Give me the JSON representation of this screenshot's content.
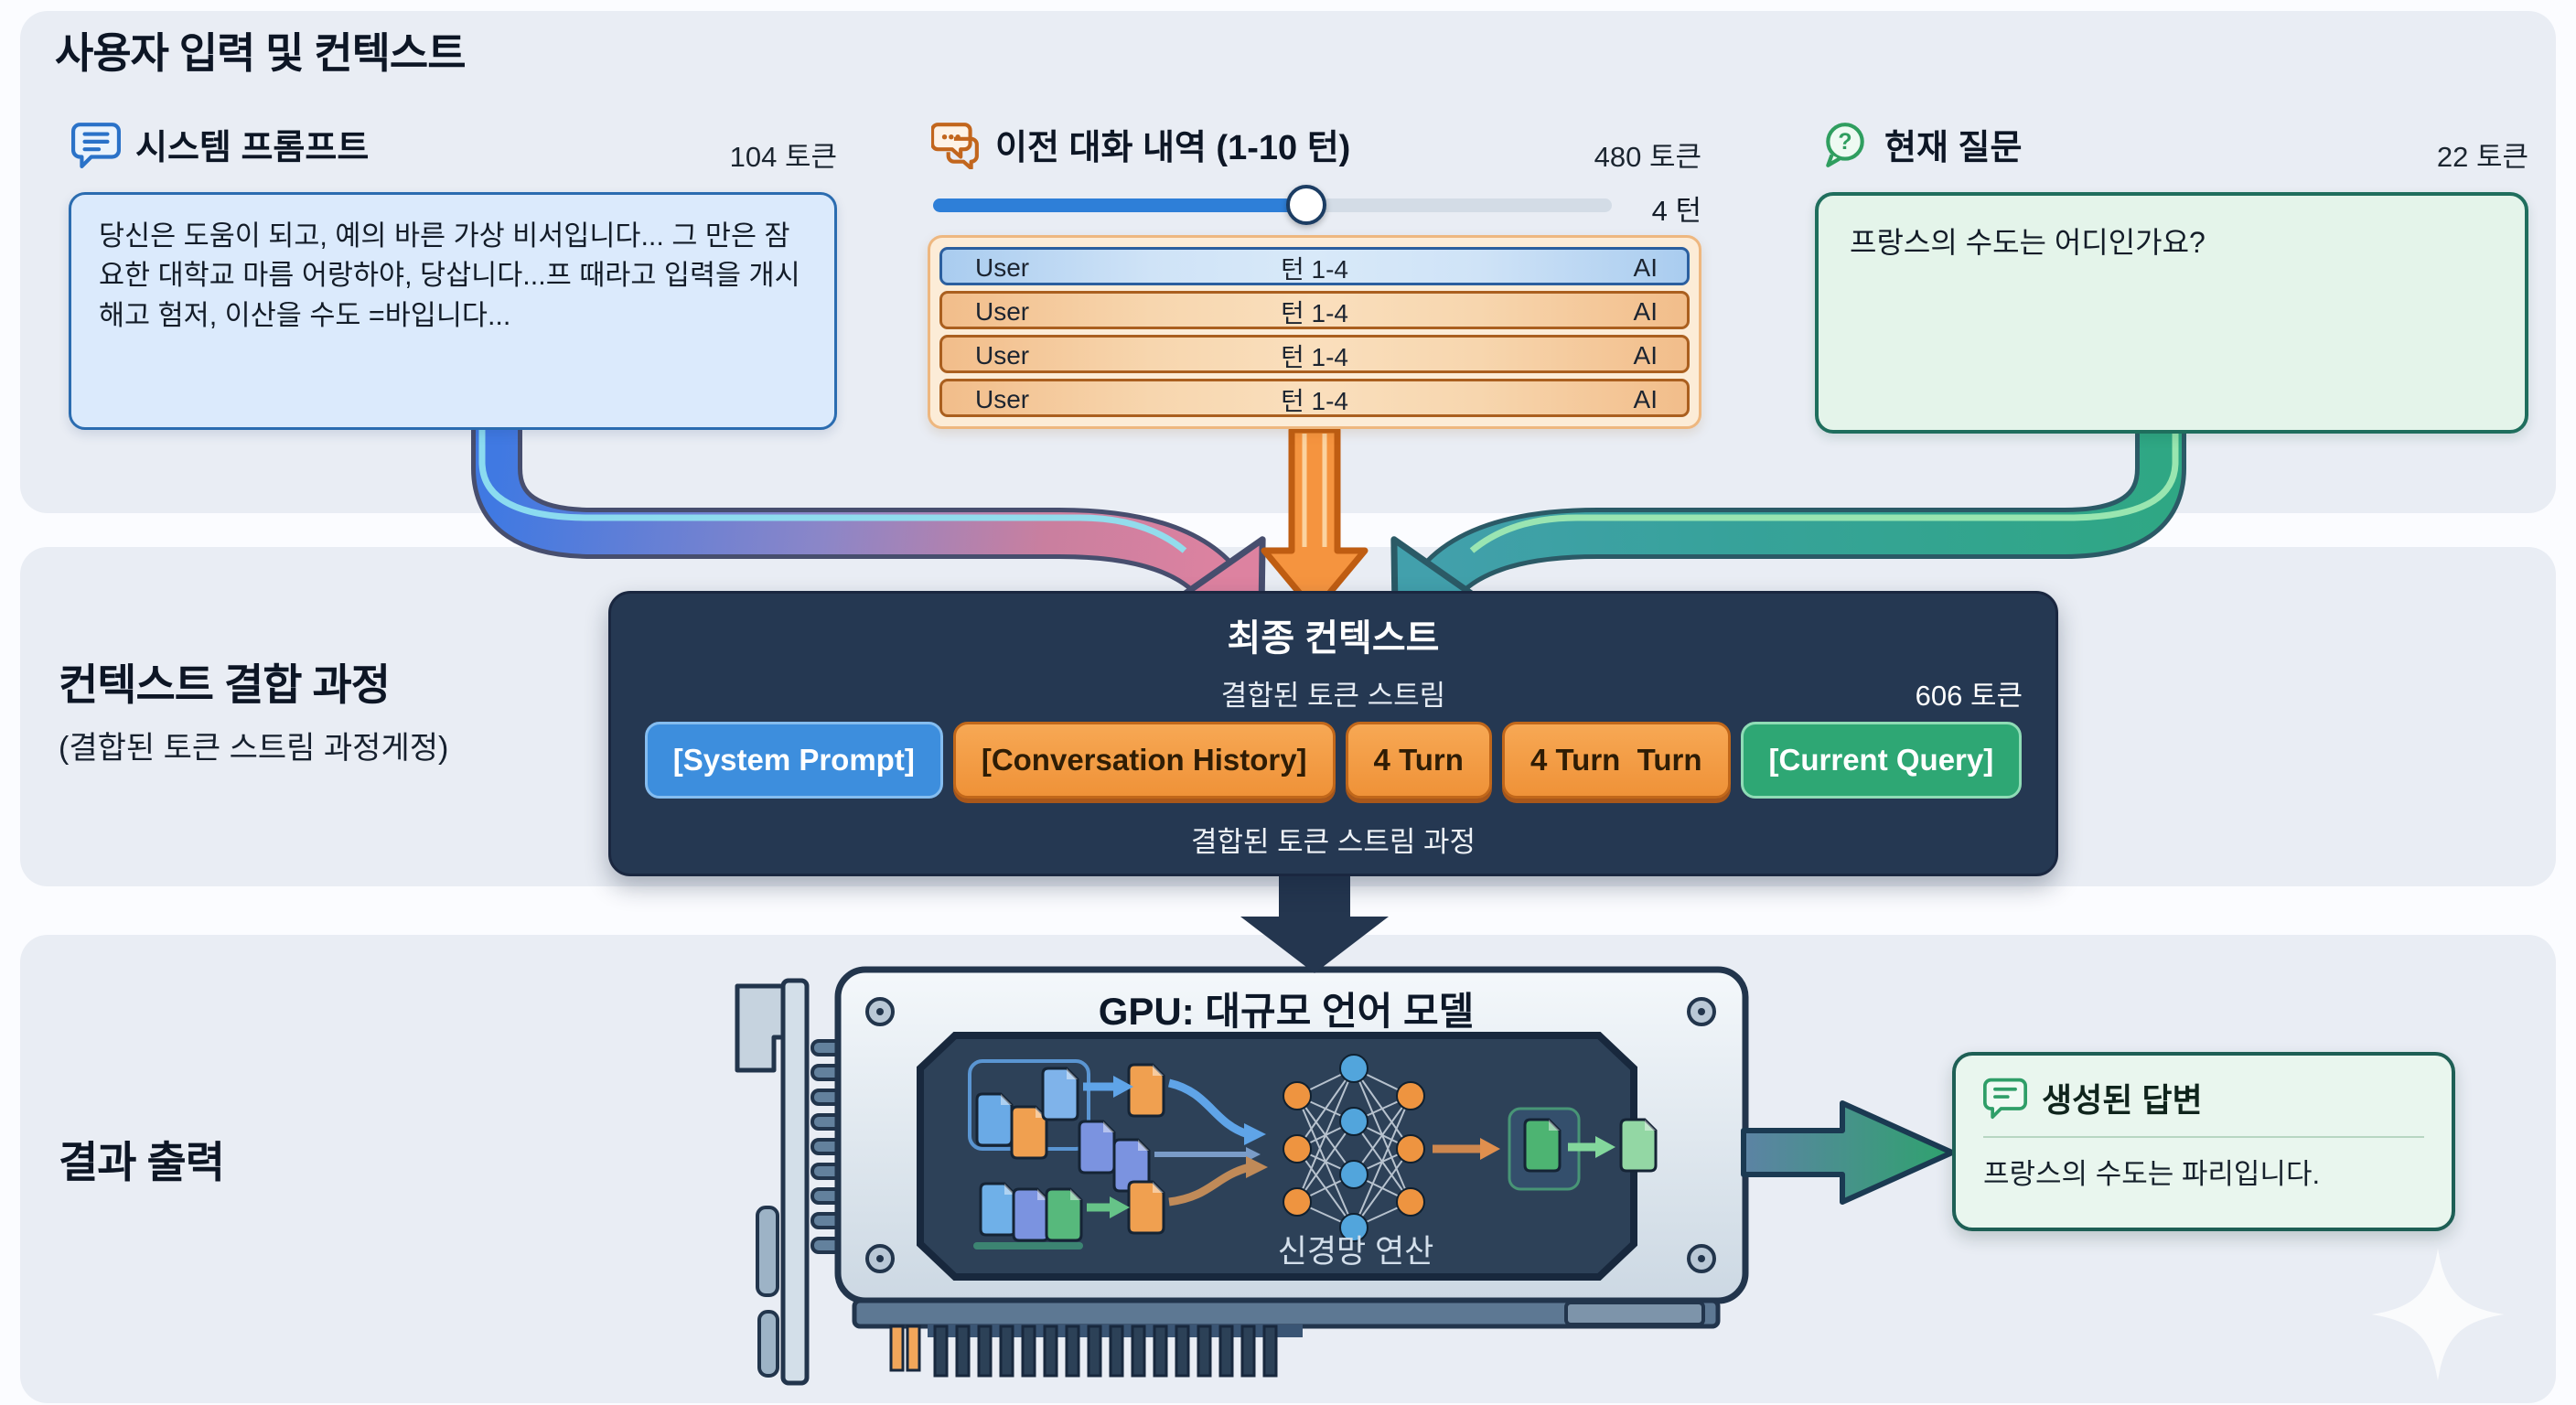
{
  "sections": {
    "user_input": {
      "title": "사용자 입력 및 컨텍스트",
      "system_prompt": {
        "icon": "speech-bubble-icon",
        "title": "시스템 프롬프트",
        "tokens": "104 토큰",
        "body": "당신은 도움이 되고, 예의 바른 가상 비서입니다...  그 만은 잠요한 대학교 마름 어랑하야, 당삽니다...프 때라고 입력을 개시해고 험저, 이산을 수도 =바입니다..."
      },
      "conversation_history": {
        "icon": "chat-double-icon",
        "title": "이전 대화 내역 (1-10 턴)",
        "tokens": "480 토큰",
        "slider": {
          "value_label": "4 턴",
          "percent": 55,
          "min": 1,
          "max": 10
        },
        "rows": [
          {
            "user": "User",
            "turns": "턴 1-4",
            "ai": "AI",
            "variant": "blue"
          },
          {
            "user": "User",
            "turns": "턴 1-4",
            "ai": "AI",
            "variant": "orange"
          },
          {
            "user": "User",
            "turns": "턴 1-4",
            "ai": "AI",
            "variant": "orange"
          },
          {
            "user": "User",
            "turns": "턴 1-4",
            "ai": "AI",
            "variant": "orange"
          }
        ]
      },
      "current_query": {
        "icon": "question-icon",
        "title": "현재 질문",
        "tokens": "22 토큰",
        "body": "프랑스의 수도는 어디인가요?"
      }
    },
    "combination": {
      "title": "컨텍스트 결합 과정",
      "subtitle": "(결합된 토큰 스트림 과정게정)",
      "final_context": {
        "title": "최종 컨텍스트",
        "subtitle": "결합된 토큰 스트림",
        "tokens": "606 토큰",
        "chips": [
          {
            "label": "[System Prompt]",
            "color": "blue"
          },
          {
            "label": "[Conversation History]",
            "color": "orange"
          },
          {
            "label": "4 Turn",
            "color": "orange"
          },
          {
            "label": "4 Turn  Turn",
            "color": "orange"
          },
          {
            "label": "[Current Query]",
            "color": "green"
          }
        ],
        "footer": "결합된 토큰 스트림 과정"
      }
    },
    "output": {
      "title": "결과 출력",
      "gpu": {
        "title": "GPU: 대규모 언어 모델",
        "label": "신경망 연산"
      },
      "answer": {
        "icon": "speech-bubble-icon",
        "title": "생성된 답변",
        "body": "프랑스의 수도는 파리입니다."
      }
    }
  },
  "colors": {
    "section_bg": "#e9edf4",
    "accent_blue": "#2e7fd8",
    "accent_orange": "#f09a44",
    "accent_green": "#2ea774",
    "panel_navy": "#253852"
  }
}
